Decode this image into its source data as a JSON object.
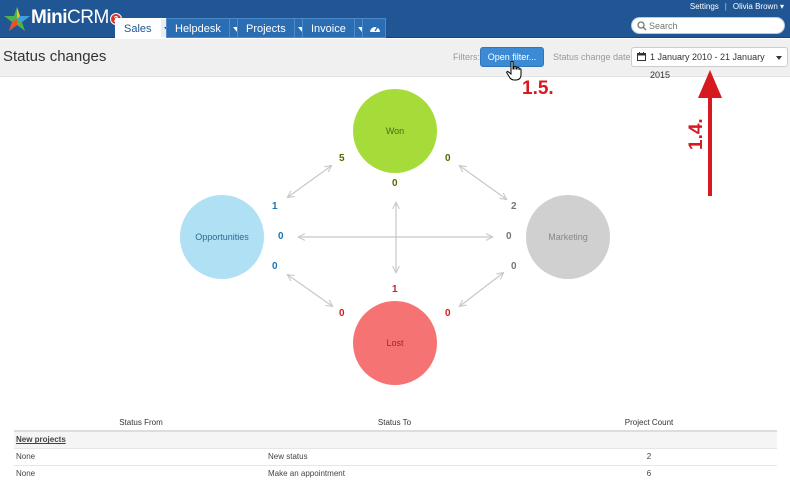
{
  "app": {
    "brand_bold": "Mini",
    "brand_rest": "CRM",
    "notification_count": "3",
    "top_links": {
      "settings": "Settings",
      "separator": "|",
      "user": "Olivia Brown ▾"
    },
    "search_placeholder": "Search"
  },
  "nav": {
    "tabs": [
      {
        "label": "Sales",
        "active": true
      },
      {
        "label": "Helpdesk",
        "active": false
      },
      {
        "label": "Projects",
        "active": false
      },
      {
        "label": "Invoice",
        "active": false
      }
    ],
    "dashboard_icon": "dashboard-icon"
  },
  "subheader": {
    "title": "Status changes",
    "filters_label": "Filters:",
    "open_filter_label": "Open filter...",
    "status_date_label": "Status change date:",
    "date_range": "1 January 2010 - 21 January 2015"
  },
  "diagram": {
    "nodes": {
      "won": {
        "label": "Won",
        "color": "#a6dc3a"
      },
      "opportunities": {
        "label": "Opportunities",
        "color": "#b0e0f4"
      },
      "marketing": {
        "label": "Marketing",
        "color": "#d0d0d0"
      },
      "lost": {
        "label": "Lost",
        "color": "#f57373"
      }
    },
    "counts": {
      "opp_to_won": "5",
      "won_to_marketing": "0",
      "won_to_lost": "0",
      "opp_top": "1",
      "marketing_top": "2",
      "opp_to_marketing": "0",
      "marketing_to_opp": "0",
      "opp_bottom": "0",
      "marketing_bottom": "0",
      "lost_to_won": "1",
      "lost_left": "0",
      "lost_right": "0"
    },
    "colors": {
      "won_count": "#4d6b00",
      "opp_count": "#2073b3",
      "marketing_count": "#777777",
      "lost_count": "#cc1d1d",
      "arrow": "#c8c8c8"
    }
  },
  "annotations": {
    "step_15": "1.5.",
    "step_14": "1.4.",
    "color": "#d71920"
  },
  "table": {
    "headers": [
      "Status From",
      "Status To",
      "Project Count"
    ],
    "group": "New projects",
    "rows": [
      {
        "from": "None",
        "to": "New status",
        "count": "2"
      },
      {
        "from": "None",
        "to": "Make an appointment",
        "count": "6"
      }
    ]
  }
}
